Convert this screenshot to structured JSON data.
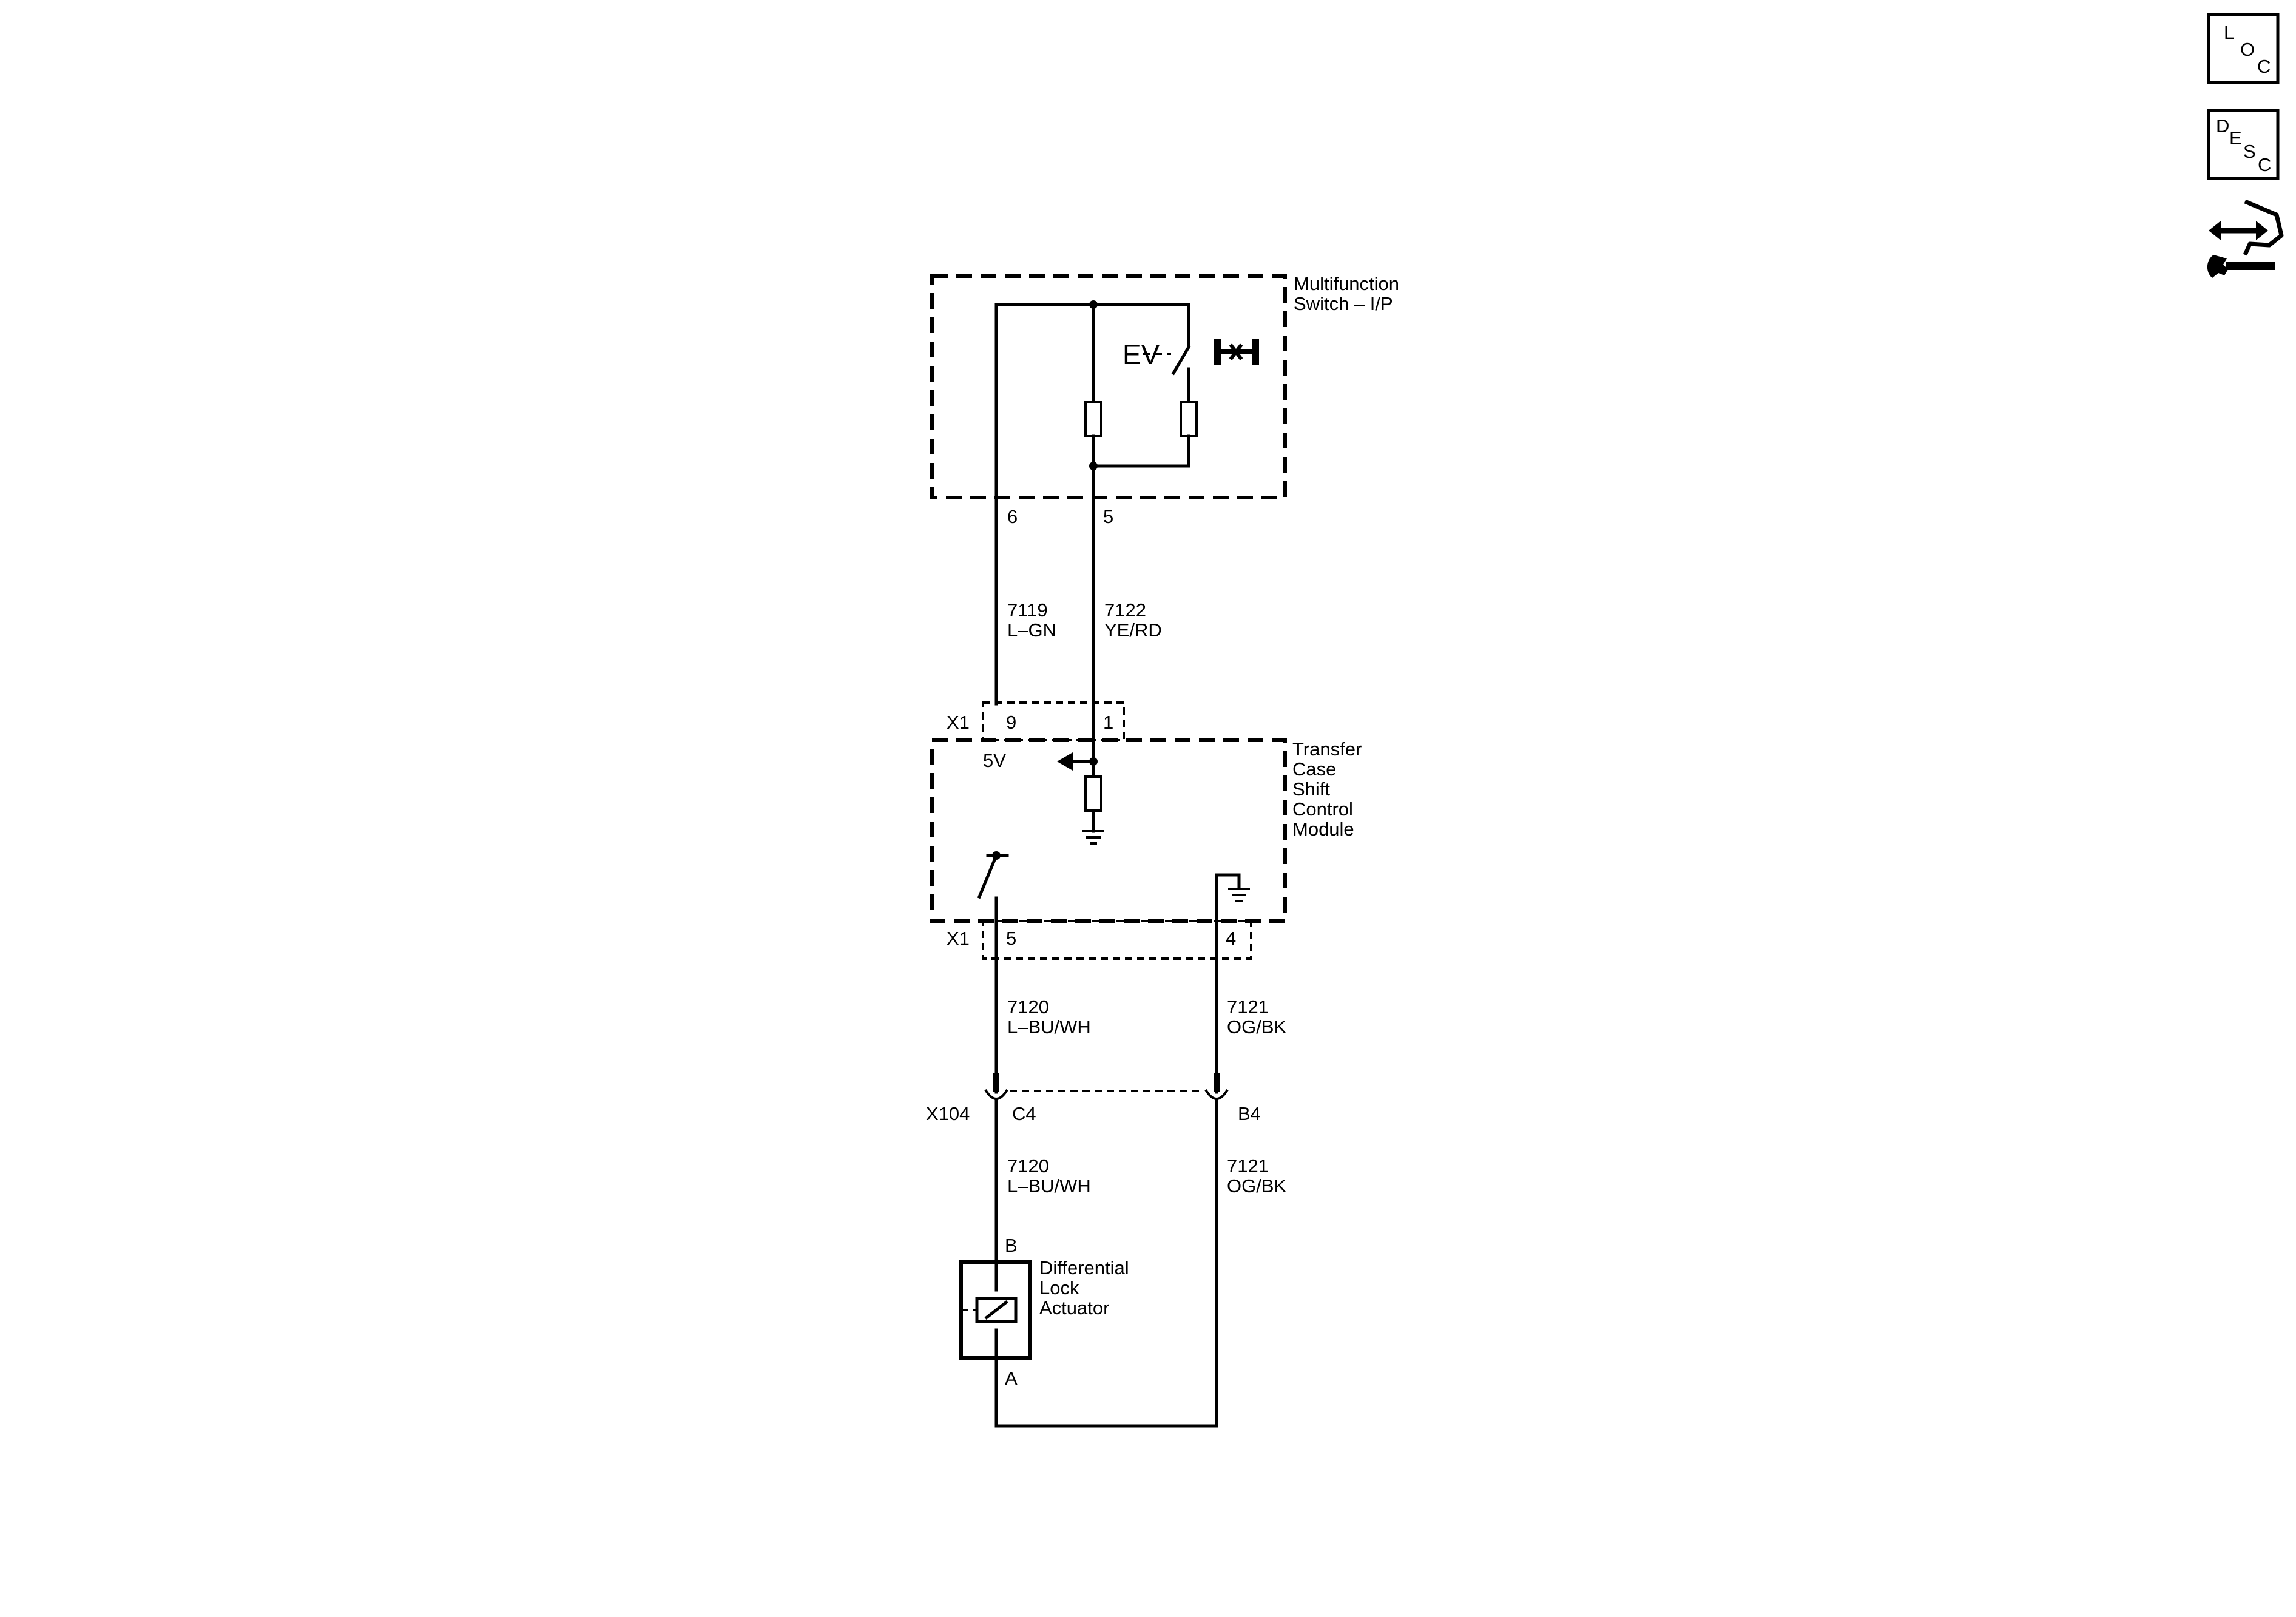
{
  "nav_icons": {
    "loc": {
      "letters": [
        "L",
        "O",
        "C"
      ],
      "icon": "loc-icon"
    },
    "desc": {
      "letters": [
        "D",
        "E",
        "S",
        "C"
      ],
      "icon": "desc-icon"
    },
    "repair": {
      "icon": "connector-repair-icon"
    }
  },
  "components": {
    "multifunction_switch": {
      "line1": "Multifunction",
      "line2": "Switch – I/P"
    },
    "tccm": {
      "lines": [
        "Transfer",
        "Case",
        "Shift",
        "Control",
        "Module"
      ]
    },
    "actuator": {
      "lines": [
        "Differential",
        "Lock",
        "Actuator"
      ]
    }
  },
  "pins": {
    "msw_6": "6",
    "msw_5": "5",
    "x1_9": "9",
    "x1_1": "1",
    "x1_5": "5",
    "x1_4": "4",
    "x104_c4": "C4",
    "x104_b4": "B4",
    "act_b": "B",
    "act_a": "A"
  },
  "connectors": {
    "x1_top": "X1",
    "x1_bottom": "X1",
    "x104": "X104"
  },
  "supply_label": "5V",
  "ev_label": "EV",
  "wires": {
    "w7119": {
      "circuit": "7119",
      "color": "L–GN"
    },
    "w7122": {
      "circuit": "7122",
      "color": "YE/RD"
    },
    "w7120_a": {
      "circuit": "7120",
      "color": "L–BU/WH"
    },
    "w7121_a": {
      "circuit": "7121",
      "color": "OG/BK"
    },
    "w7120_b": {
      "circuit": "7120",
      "color": "L–BU/WH"
    },
    "w7121_b": {
      "circuit": "7121",
      "color": "OG/BK"
    }
  }
}
